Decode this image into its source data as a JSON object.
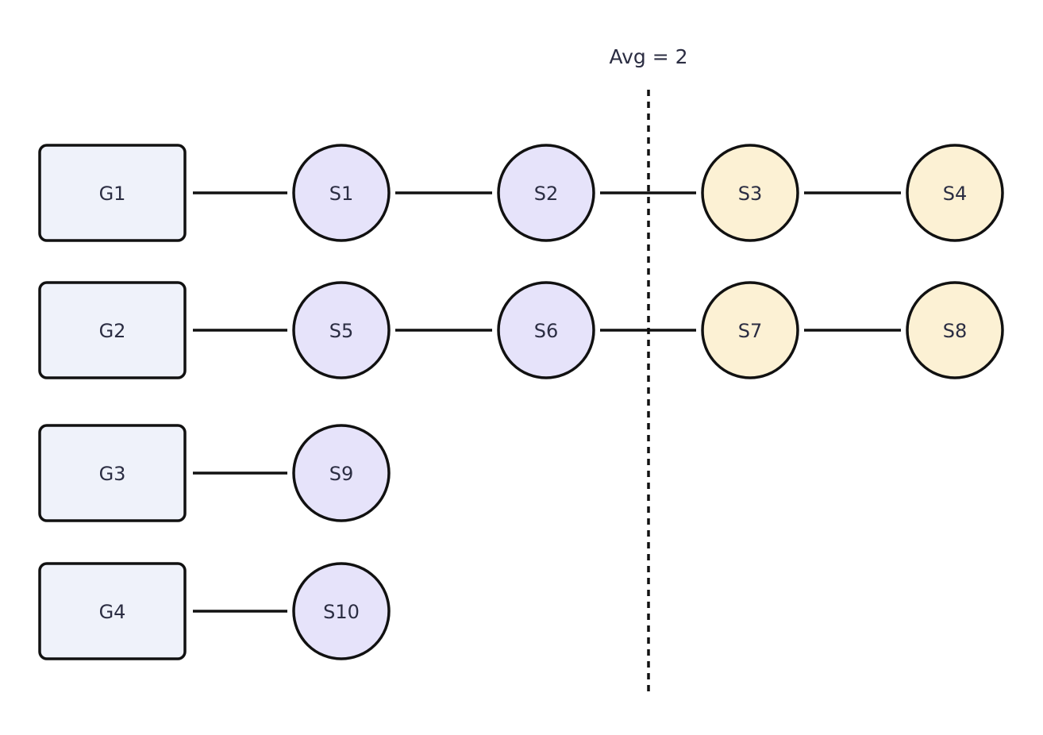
{
  "avg_label": "Avg = 2",
  "colors": {
    "group_fill": "#eff2fa",
    "below_avg_fill": "#e6e3fa",
    "above_avg_fill": "#fcf1d4",
    "stroke": "#111111"
  },
  "rows": [
    {
      "group": "G1",
      "items": [
        {
          "label": "S1",
          "class": "below"
        },
        {
          "label": "S2",
          "class": "below"
        },
        {
          "label": "S3",
          "class": "above"
        },
        {
          "label": "S4",
          "class": "above"
        }
      ]
    },
    {
      "group": "G2",
      "items": [
        {
          "label": "S5",
          "class": "below"
        },
        {
          "label": "S6",
          "class": "below"
        },
        {
          "label": "S7",
          "class": "above"
        },
        {
          "label": "S8",
          "class": "above"
        }
      ]
    },
    {
      "group": "G3",
      "items": [
        {
          "label": "S9",
          "class": "below"
        }
      ]
    },
    {
      "group": "G4",
      "items": [
        {
          "label": "S10",
          "class": "below"
        }
      ]
    }
  ]
}
